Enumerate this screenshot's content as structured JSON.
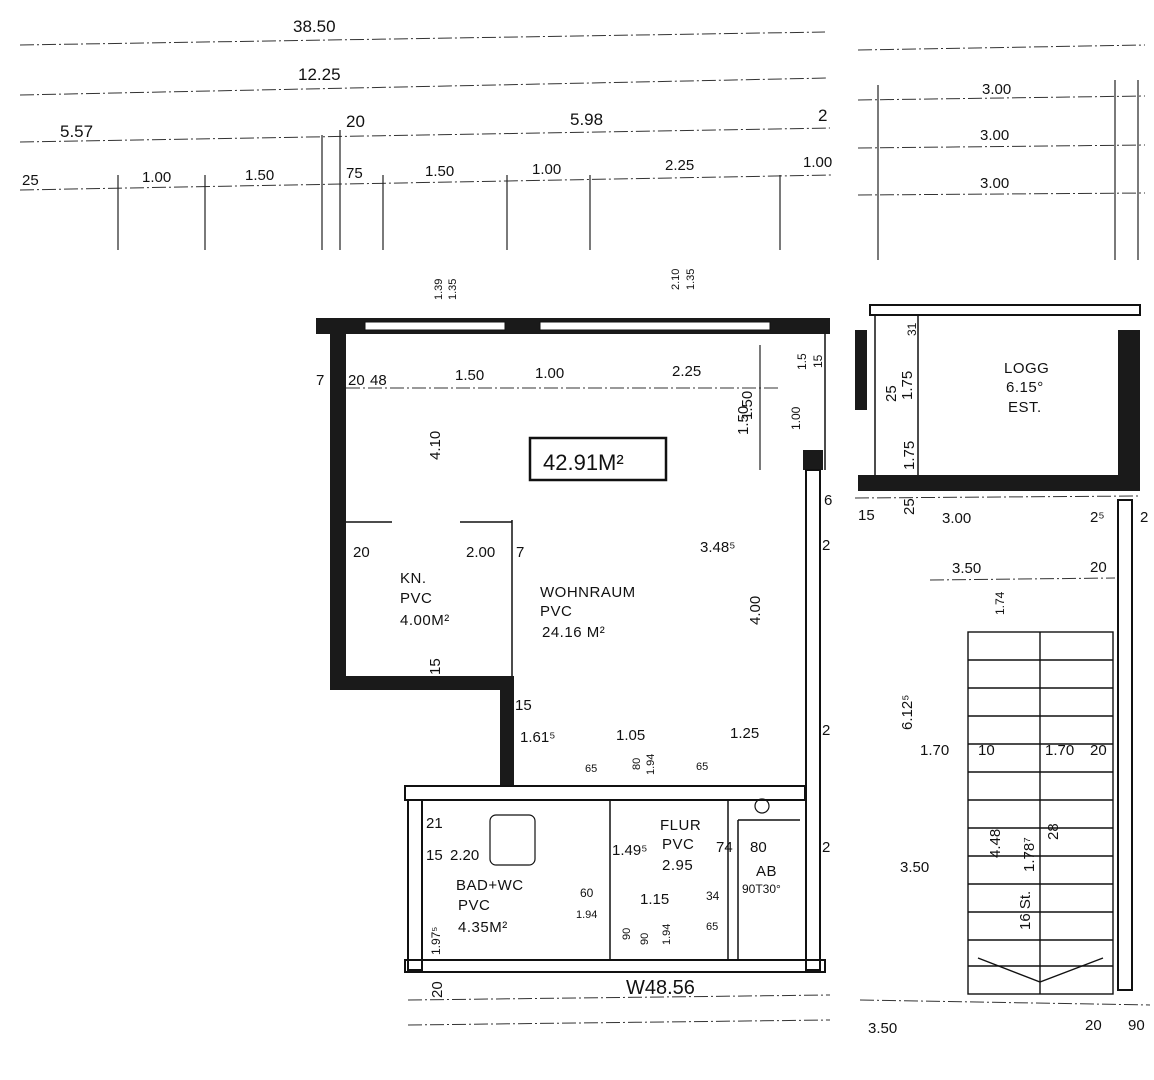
{
  "dimensions": {
    "overall_total": "38.50",
    "row2_total": "12.25",
    "row3_left": "5.57",
    "row3_small": "20",
    "row3_mid": "5.98",
    "row3_right": "2",
    "row4": [
      "25",
      "1.00",
      "1.50",
      "75",
      "1.50",
      "1.00",
      "2.25",
      "1.00"
    ],
    "right_rows": [
      "3.00",
      "3.00",
      "3.00"
    ],
    "vertical_top": [
      "1.39",
      "1.35",
      "2.10",
      "1.35"
    ],
    "interior_row": [
      "7",
      "20",
      "48",
      "1.50",
      "1.00",
      "2.25"
    ],
    "wohn_labels": [
      "4.10",
      "1.50",
      "3.48⁵",
      "4.00",
      "20",
      "2.00",
      "7",
      "15",
      "15",
      "1.61⁵"
    ],
    "flur_labels": [
      "1.05",
      "1.25",
      "80",
      "1.94",
      "65",
      "65",
      "1.49⁵",
      "74",
      "80",
      "60",
      "1.15",
      "34",
      "1.94",
      "90",
      "1.94",
      "90",
      "65"
    ],
    "bad_labels": [
      "21",
      "15",
      "2.20",
      "1.97⁵",
      "20"
    ],
    "logg_labels": [
      "1.75",
      "25",
      "1.75",
      "25",
      "15",
      "31",
      "3.00",
      "2⁵",
      "2",
      "3.50",
      "20",
      "1.74",
      "6.12⁵",
      "1.70",
      "10",
      "1.70",
      "20",
      "4.48",
      "1.78⁷",
      "28",
      "3.50",
      "16 St.",
      "3.50",
      "20",
      "90"
    ],
    "side_misc": [
      "1.50",
      "1.00",
      "15",
      "1.5",
      "6",
      "2",
      "2",
      "2"
    ],
    "bottom_misc": [
      "W48.56"
    ]
  },
  "area_total": "42.91M²",
  "rooms": {
    "wohnraum": {
      "name": "WOHNRAUM",
      "floor": "PVC",
      "area": "24.16 M²"
    },
    "kn": {
      "name": "KN.",
      "floor": "PVC",
      "area": "4.00M²"
    },
    "bad": {
      "name": "BAD+WC",
      "floor": "PVC",
      "area": "4.35M²"
    },
    "flur": {
      "name": "FLUR",
      "floor": "PVC",
      "area": "2.95"
    },
    "ab": {
      "name": "AB",
      "extra": "90T30°"
    },
    "logg": {
      "name": "LOGG",
      "area": "6.15°",
      "note": "EST."
    }
  }
}
